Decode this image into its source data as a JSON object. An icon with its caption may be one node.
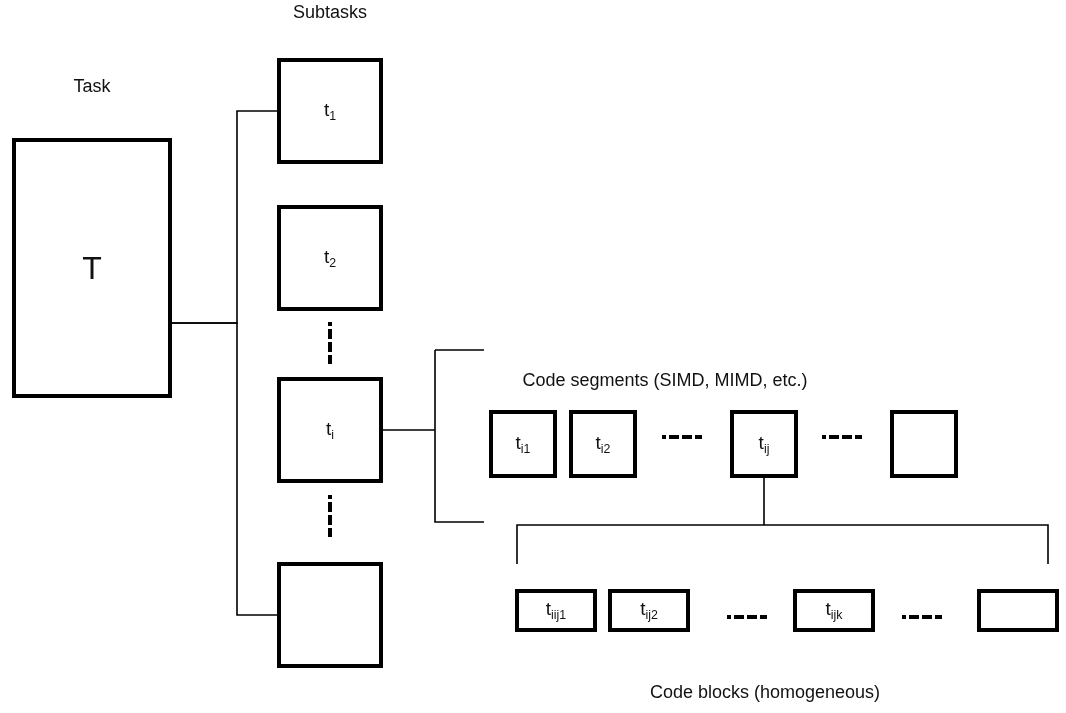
{
  "diagram": {
    "nodes": [
      {
        "text": [
          "Task",
          "T"
        ]
      },
      {
        "text": [
          "t$_{1}$"
        ]
      },
      {
        "text": [
          "t$_{2}$"
        ]
      },
      {
        "text": [
          "t$_{i}$"
        ]
      },
      {
        "text": [],
        "shape": "box"
      },
      {
        "text": [
          "t$_{i1}$"
        ]
      },
      {
        "text": [
          "t$_{i2}$"
        ]
      },
      {
        "text": [
          "t$_{ij}$"
        ]
      },
      {
        "text": [],
        "shape": "box"
      },
      {
        "text": [
          "t$_{iij1}$"
        ]
      },
      {
        "text": [
          "t$_{ij2}$"
        ]
      },
      {
        "text": [
          "t$_{ijk}$"
        ]
      },
      {
        "text": [],
        "shape": "box"
      }
    ],
    "edges": [
      {
        "from": 0,
        "to": 1,
        "arrow": "none"
      },
      {
        "from": 0,
        "to": 4,
        "arrow": "none"
      },
      {
        "from": 3,
        "to": null,
        "arrow": "none"
      },
      {
        "from": 7,
        "to": null,
        "arrow": "none"
      }
    ],
    "labels": [
      "Subtasks",
      "Code segments (SIMD, MIMD, etc.)",
      "Code blocks (homogeneous)"
    ]
  }
}
